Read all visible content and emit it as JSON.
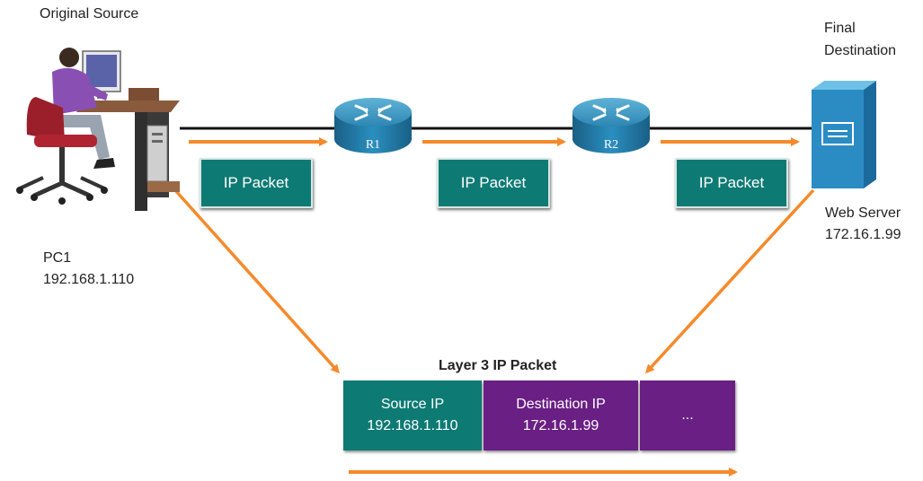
{
  "labels": {
    "original_source": "Original Source",
    "final_destination_line1": "Final",
    "final_destination_line2": "Destination",
    "pc1_name": "PC1",
    "pc1_ip": "192.168.1.110",
    "server_name": "Web Server",
    "server_ip": "172.16.1.99",
    "layer3_title": "Layer 3 IP Packet"
  },
  "routers": [
    "R1",
    "R2"
  ],
  "packets": [
    "IP Packet",
    "IP Packet",
    "IP Packet"
  ],
  "header": {
    "source_label": "Source IP",
    "source_ip": "192.168.1.110",
    "dest_label": "Destination IP",
    "dest_ip": "172.16.1.99",
    "more": "..."
  },
  "colors": {
    "arrow": "#f58a2b",
    "teal": "#0e7a74",
    "purple": "#6a1f84",
    "router": "#1f7ea1",
    "server": "#2b8cc4"
  }
}
